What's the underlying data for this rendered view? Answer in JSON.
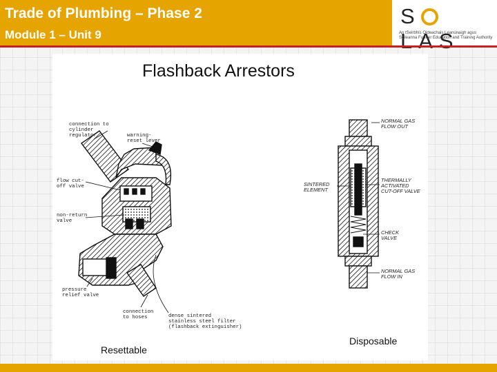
{
  "header": {
    "title": "Trade of Plumbing – Phase 2",
    "subtitle": "Module 1 – Unit 9"
  },
  "logo": {
    "letters_before": "S",
    "letters_after": "LAS",
    "tagline": "An tSeirbhís Oideachais Leanúnaigh agus Scileanna Further Education and Training Authority"
  },
  "diagram": {
    "title": "Flashback Arrestors",
    "resettable": {
      "caption": "Resettable",
      "labels": {
        "connection_to_cylinder_regulator": [
          "connection to",
          "cylinder",
          "regulator"
        ],
        "warning_reset_lever": [
          "warning-",
          "reset lever"
        ],
        "flow_cutoff_valve": [
          "flow cut-",
          "off valve"
        ],
        "non_return_valve": [
          "non-return",
          "valve"
        ],
        "pressure_relief_valve": [
          "pressure",
          "relief valve"
        ],
        "connection_to_hoses": [
          "connection",
          "to hoses"
        ],
        "filter": [
          "dense sintered",
          "stainless steel filter",
          "(flashback extinguisher)"
        ]
      }
    },
    "disposable": {
      "caption": "Disposable",
      "labels": {
        "normal_gas_flow_out": [
          "NORMAL GAS",
          "FLOW OUT"
        ],
        "sintered_element": [
          "SINTERED",
          "ELEMENT"
        ],
        "thermally_activated_cutoff_valve": [
          "THERMALLY",
          "ACTIVATED",
          "CUT-OFF VALVE"
        ],
        "check_valve": [
          "CHECK",
          "VALVE"
        ],
        "normal_gas_flow_in": [
          "NORMAL GAS",
          "FLOW IN"
        ]
      }
    }
  }
}
